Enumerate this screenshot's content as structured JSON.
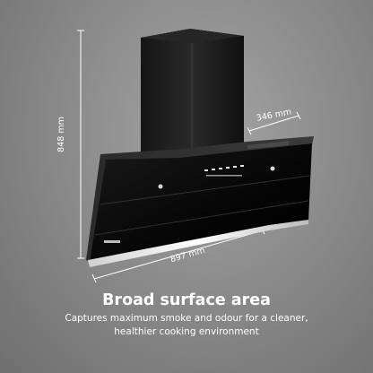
{
  "dimensions": {
    "height": "848 mm",
    "depth": "346 mm",
    "width": "897 mm"
  },
  "caption": {
    "headline": "Broad surface area",
    "line1": "Captures maximum smoke and odour for a cleaner,",
    "line2": "healthier cooking environment"
  }
}
